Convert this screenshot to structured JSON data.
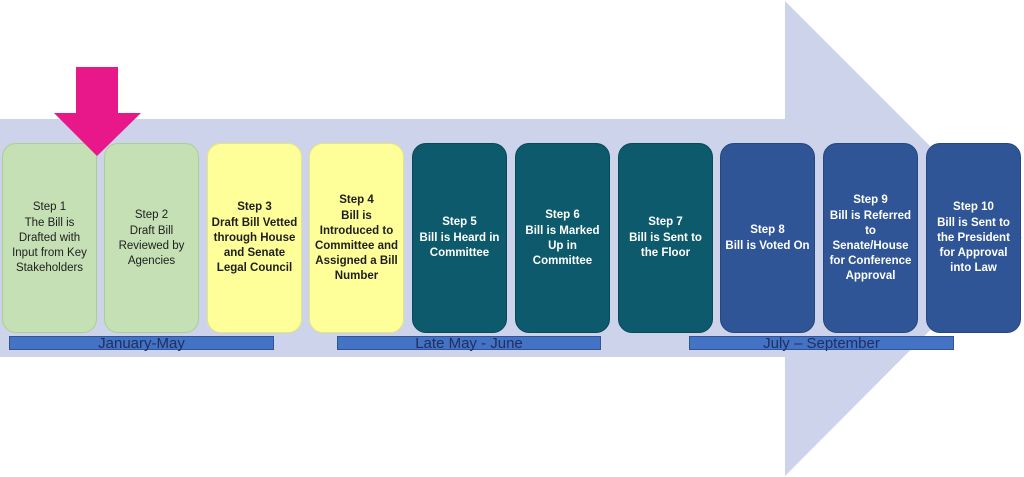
{
  "colors": {
    "arrow_body": "#cdd3ea",
    "pink_marker": "#e8178a",
    "green": "#c5e0b4",
    "yellow": "#ffff99",
    "teal": "#0c5a6b",
    "blue": "#2f5597",
    "period_bar": "#4472c4"
  },
  "marker": {
    "icon": "down-arrow-icon",
    "points_to_step": 1
  },
  "steps": [
    {
      "number": "Step 1",
      "text": "The Bill is Drafted with Input from Key Stakeholders",
      "color": "green"
    },
    {
      "number": "Step 2",
      "text": "Draft Bill Reviewed by Agencies",
      "color": "green"
    },
    {
      "number": "Step 3",
      "text": "Draft Bill Vetted through House and Senate Legal Council",
      "color": "yellow"
    },
    {
      "number": "Step 4",
      "text": "Bill is Introduced to Committee and Assigned a Bill Number",
      "color": "yellow"
    },
    {
      "number": "Step 5",
      "text": "Bill is Heard in Committee",
      "color": "teal"
    },
    {
      "number": "Step 6",
      "text": "Bill is Marked Up in Committee",
      "color": "teal"
    },
    {
      "number": "Step 7",
      "text": "Bill is Sent to the Floor",
      "color": "teal"
    },
    {
      "number": "Step 8",
      "text": "Bill is Voted On",
      "color": "blue"
    },
    {
      "number": "Step 9",
      "text": "Bill is Referred to Senate/House for Conference Approval",
      "color": "blue"
    },
    {
      "number": "Step 10",
      "text": "Bill is Sent to the President for Approval into Law",
      "color": "blue"
    }
  ],
  "periods": [
    {
      "label": "January-May"
    },
    {
      "label": "Late May - June"
    },
    {
      "label": "July – September"
    }
  ]
}
